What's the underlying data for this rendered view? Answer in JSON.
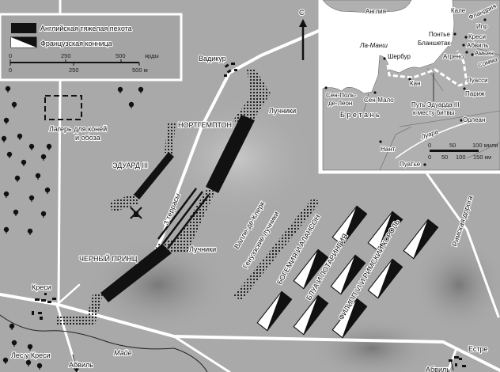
{
  "legend": {
    "english_infantry": "Английская тяжелая пехота",
    "french_cavalry": "Французская конница",
    "scale_yards": [
      "0",
      "250",
      "500",
      "ярды"
    ],
    "scale_meters": [
      "0",
      "250",
      "500 м"
    ]
  },
  "north": "С",
  "places": {
    "wadicourt": "Вадикур",
    "camp": [
      "Лагерь для коней",
      "и обоза"
    ],
    "crecy": "Креси",
    "crecy_forest": "Лес у Креси",
    "abbeville_left": "Абвиль",
    "abbeville_right": "Абвиль",
    "estree": "Естре",
    "maye": "Майе",
    "vallee": "Валле-де-Клерк",
    "roman_road": "Римская дорога",
    "terraces": "3 террасы"
  },
  "units": {
    "northampton": "НОРТГЕМПТОН",
    "edward": "ЭДУАРД III",
    "black_prince": "ЧЕРНЫЙ ПРИНЦ",
    "archers_top": "Лучники",
    "archers_mid": "Лучники",
    "genoese": "Генуэзские лучники",
    "bohemia": "БОГЕМИЯ И АЛАНСОН",
    "blois": "БЛУА И ЛОТАРИНГИЯ",
    "philip": "ФИЛИПП VI И РИМСКИЙ КОРОЛЬ"
  },
  "inset": {
    "england": "Англия",
    "calais": "Кале",
    "flanders": "Фландрия",
    "ypres": "Ипр",
    "ponthieu": "Понтье",
    "crecy": "Креси",
    "blanchetaque": "Бланшетак",
    "abbeville": "Абвиль",
    "amiens": "Амьен",
    "airaines": "Агрено",
    "somme": "Сомма",
    "channel": "Ла-Манш",
    "cherbourg": "Шербур",
    "caen": "Кан",
    "poissy": "Пуасси",
    "paris": "Париж",
    "st_pol_1": "Сен-Поль-",
    "st_pol_2": "де-Леон",
    "st_malo": "Сен-Мало",
    "route_1": "Путь Эдуарда III",
    "route_2": "к месту битвы",
    "brittany": "Б р е т а н ь",
    "orleans": "Орлеан",
    "loire": "Луара",
    "nantes": "Нант",
    "poitiers": "Пуатье",
    "scale_miles": [
      "0",
      "50",
      "100 мили"
    ],
    "scale_km": [
      "0",
      "50",
      "100",
      "150 км"
    ]
  },
  "colors": {
    "background": "#a9a9a9",
    "english": "#111111",
    "french_white": "#ffffff",
    "road": "#ffffff"
  }
}
